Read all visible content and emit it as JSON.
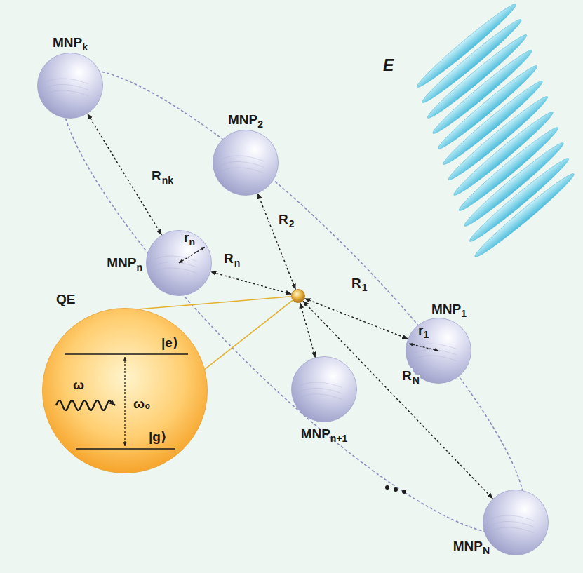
{
  "diagram": {
    "nodes": [
      {
        "text": [
          "MNP",
          "k"
        ]
      },
      {
        "text": [
          "MNP",
          "2"
        ]
      },
      {
        "text": [
          "MNP",
          "n"
        ]
      },
      {
        "text": [
          "QE"
        ]
      },
      {
        "text": [
          "MNP",
          "1"
        ]
      },
      {
        "text": [
          "|e⟩",
          "ω",
          "ω₀",
          "|g⟩"
        ]
      },
      {
        "text": [
          "MNP",
          "n+1"
        ]
      },
      {
        "text": [
          "MNP",
          "N"
        ]
      }
    ],
    "edges": [
      {
        "from": 3,
        "to": 4,
        "arrow": "both",
        "label": "R"
      },
      {
        "from": 3,
        "to": 1,
        "arrow": "both",
        "label": "R"
      },
      {
        "from": 3,
        "to": 2,
        "arrow": "both",
        "label": "R"
      },
      {
        "from": 3,
        "to": 7,
        "arrow": "both",
        "label": "R"
      },
      {
        "from": 3,
        "to": 6,
        "arrow": "both"
      },
      {
        "from": 2,
        "to": 0,
        "arrow": "both",
        "label": "R"
      },
      {
        "from": 3,
        "to": 5,
        "arrow": "none"
      }
    ],
    "labels": [
      "E",
      "nk",
      "2",
      "r",
      "n",
      "n",
      "1",
      "r",
      "1",
      "N"
    ]
  }
}
